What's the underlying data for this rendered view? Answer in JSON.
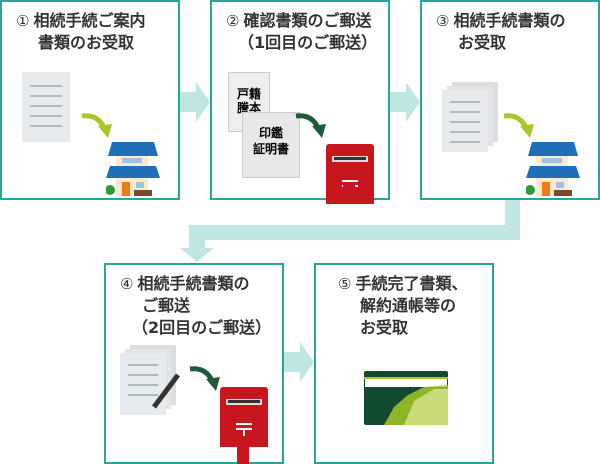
{
  "steps": [
    {
      "num": "①",
      "lines": [
        "相続手続ご案内",
        "書類のお受取"
      ]
    },
    {
      "num": "②",
      "lines": [
        "確認書類のご郵送",
        "（1回目のご郵送）"
      ]
    },
    {
      "num": "③",
      "lines": [
        "相続手続書類の",
        "お受取"
      ]
    },
    {
      "num": "④",
      "lines": [
        "相続手続書類の",
        "ご郵送",
        "（2回目のご郵送）"
      ]
    },
    {
      "num": "⑤",
      "lines": [
        "手続完了書類、",
        "解約通帳等の",
        "お受取"
      ]
    }
  ],
  "documents": {
    "koseki": [
      "戸籍",
      "謄本"
    ],
    "inkan": [
      "印鑑",
      "証明書"
    ]
  },
  "colors": {
    "border": "#26a69a",
    "connector": "#bfe6e2",
    "green_arrow": "#a5c828",
    "dark_arrow": "#1e5a3c",
    "post": "#c8161e",
    "roof": "#1f6fb8"
  }
}
